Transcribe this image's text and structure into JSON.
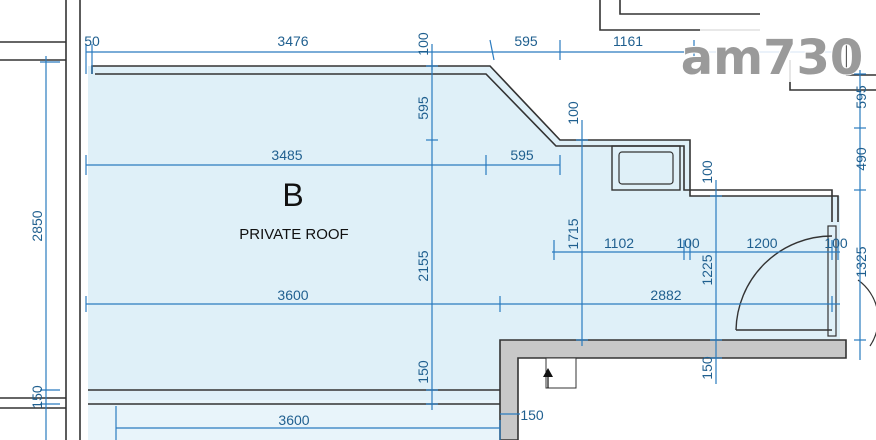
{
  "room": {
    "letter": "B",
    "name": "PRIVATE ROOF"
  },
  "dimensions": {
    "top_50": "50",
    "top_3476": "3476",
    "top_100": "100",
    "top_595": "595",
    "top_1161": "1161",
    "v_595_a": "595",
    "h_3485": "3485",
    "h_595": "595",
    "v_100_a": "100",
    "v_100_b": "100",
    "v_1715": "1715",
    "h_1102": "1102",
    "h_100_a": "100",
    "h_1200": "1200",
    "h_100_b": "100",
    "v_2155": "2155",
    "v_1225": "1225",
    "h_3600_a": "3600",
    "h_2882": "2882",
    "v_150_a": "150",
    "v_150_b": "150",
    "h_3600_b": "3600",
    "h_150": "150",
    "left_2850": "2850",
    "left_150": "150",
    "right_595": "595",
    "right_490": "490",
    "right_1325": "1325"
  },
  "watermark": {
    "text": "am730"
  },
  "colors": {
    "room_fill": "#dff0f8",
    "dim_line": "#2a7bbf",
    "wall": "#333333",
    "wall_fill": "#c8c8c8"
  }
}
